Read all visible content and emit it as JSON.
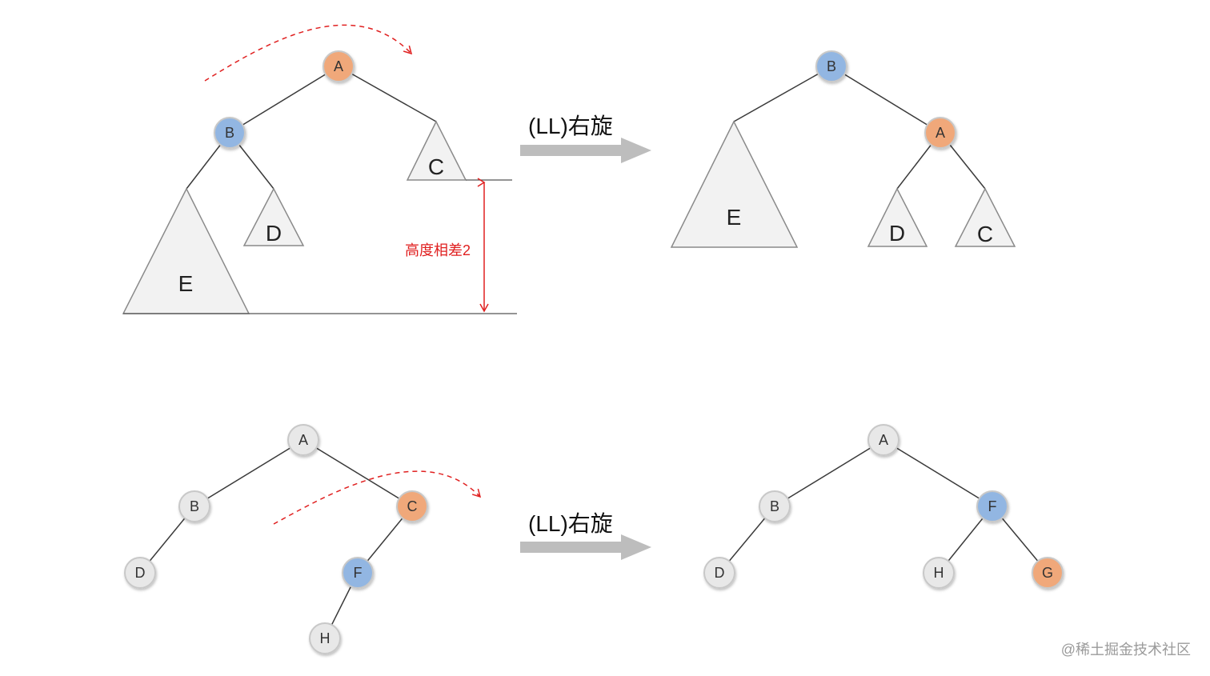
{
  "colors": {
    "node_orange": "#f0a87a",
    "node_blue": "#92b6e2",
    "node_gray": "#e8e8e8",
    "annotation_red": "#e02020",
    "arrow_gray": "#bdbdbd"
  },
  "top": {
    "before": {
      "nodes": {
        "a": "A",
        "b": "B"
      },
      "subtrees": {
        "c": "C",
        "d": "D",
        "e": "E"
      },
      "height_diff_label": "高度相差2"
    },
    "rotation_label": "(LL)右旋",
    "after": {
      "nodes": {
        "b": "B",
        "a": "A"
      },
      "subtrees": {
        "e": "E",
        "d": "D",
        "c": "C"
      }
    }
  },
  "bottom": {
    "before": {
      "nodes": {
        "a": "A",
        "b": "B",
        "c": "C",
        "d": "D",
        "f": "F",
        "h": "H"
      }
    },
    "rotation_label": "(LL)右旋",
    "after": {
      "nodes": {
        "a": "A",
        "b": "B",
        "f": "F",
        "d": "D",
        "h": "H",
        "g": "G"
      }
    }
  },
  "watermark": "@稀土掘金技术社区"
}
